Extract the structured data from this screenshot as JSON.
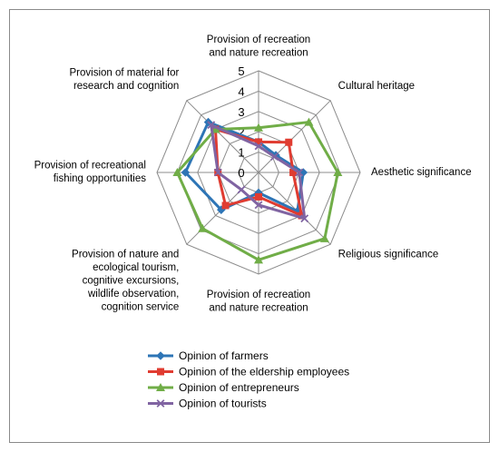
{
  "chart_data": {
    "type": "radar",
    "axis_range": [
      0,
      5
    ],
    "ticks": [
      "0",
      "1",
      "2",
      "3",
      "4",
      "5"
    ],
    "categories": [
      [
        "Provision of recreation",
        "and nature recreation"
      ],
      [
        "Cultural heritage"
      ],
      [
        "Aesthetic significance"
      ],
      [
        "Religious significance"
      ],
      [
        "Provision of recreation",
        "and nature recreation"
      ],
      [
        "Provision of nature and",
        "ecological tourism,",
        "cognitive excursions,",
        "wildlife observation,",
        "cognition service"
      ],
      [
        "Provision of recreational",
        "fishing opportunities"
      ],
      [
        "Provision of material for",
        "research and cognition"
      ]
    ],
    "grid": true,
    "legend_position": "bottom",
    "series": [
      {
        "name": "Opinion of farmers",
        "color": "#2e75b6",
        "marker": "diamond",
        "values": [
          1.5,
          1.2,
          2.2,
          2.7,
          1.0,
          2.6,
          3.6,
          3.5
        ]
      },
      {
        "name": "Opinion of the eldership employees",
        "color": "#e03c31",
        "marker": "square",
        "values": [
          1.5,
          2.1,
          1.7,
          3.0,
          1.2,
          2.3,
          2.0,
          3.0
        ]
      },
      {
        "name": "Opinion of entrepreneurs",
        "color": "#70ad47",
        "marker": "triangle",
        "values": [
          2.2,
          3.5,
          3.9,
          4.6,
          4.3,
          3.9,
          4.0,
          3.0
        ]
      },
      {
        "name": "Opinion of tourists",
        "color": "#8064a2",
        "marker": "x",
        "values": [
          1.3,
          1.1,
          2.0,
          3.2,
          1.6,
          1.2,
          2.0,
          3.3
        ]
      }
    ]
  }
}
